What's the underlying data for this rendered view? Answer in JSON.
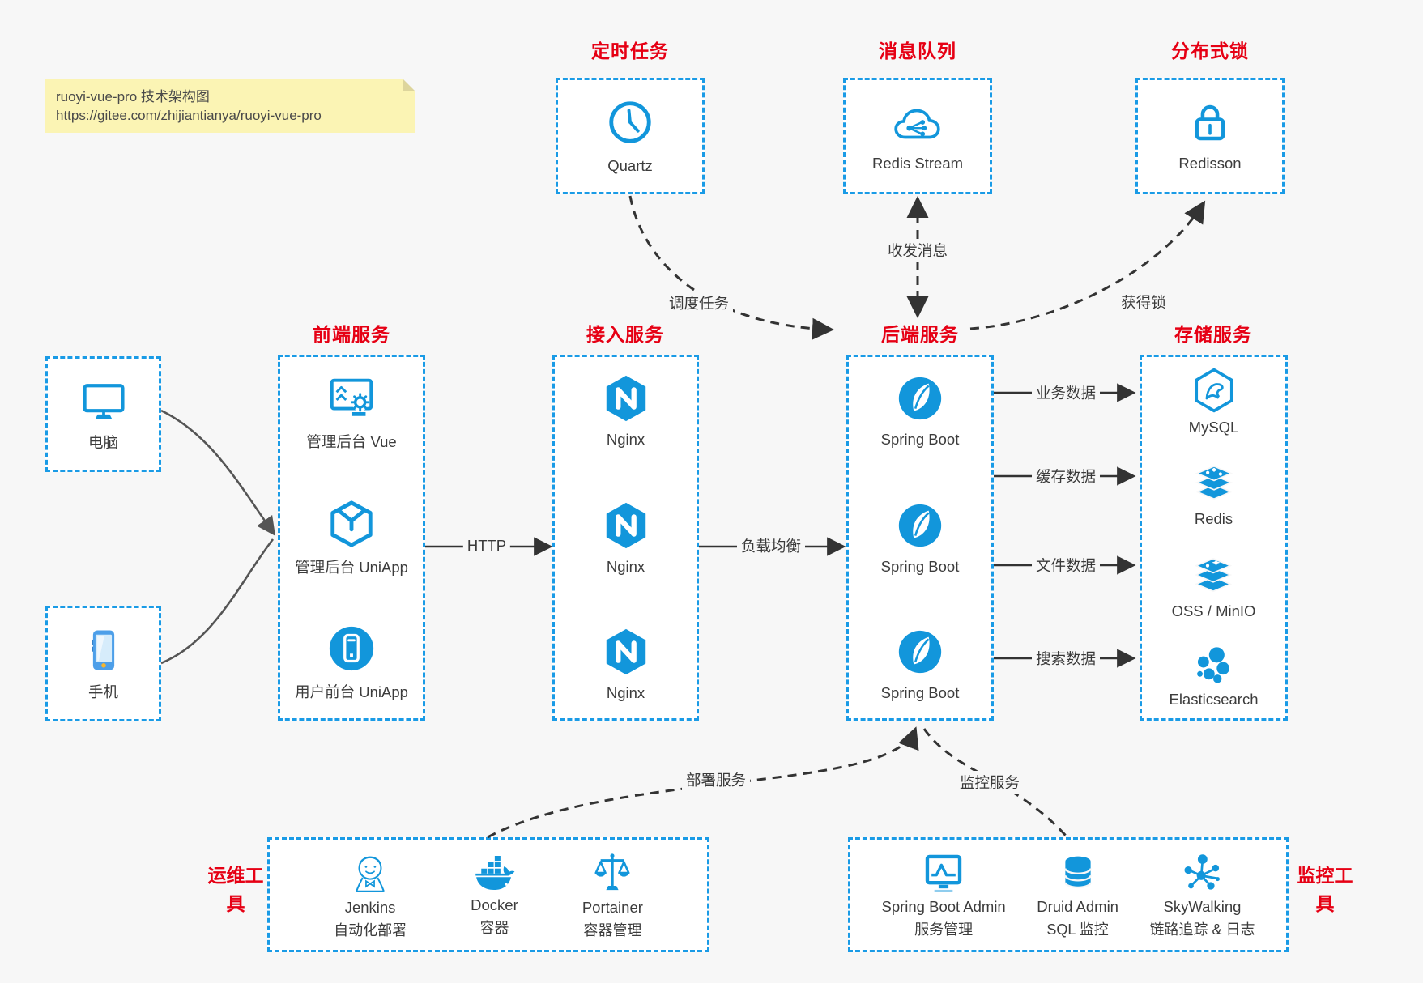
{
  "note": {
    "line1": "ruoyi-vue-pro 技术架构图",
    "line2": "https://gitee.com/zhijiantianya/ruoyi-vue-pro"
  },
  "clients": [
    {
      "icon": "computer-icon",
      "label": "电脑"
    },
    {
      "icon": "phone-icon",
      "label": "手机"
    }
  ],
  "top_services": [
    {
      "title": "定时任务",
      "item": {
        "icon": "clock-icon",
        "label": "Quartz"
      }
    },
    {
      "title": "消息队列",
      "item": {
        "icon": "cloud-share-icon",
        "label": "Redis Stream"
      }
    },
    {
      "title": "分布式锁",
      "item": {
        "icon": "lock-icon",
        "label": "Redisson"
      }
    }
  ],
  "columns": [
    {
      "title": "前端服务",
      "items": [
        {
          "icon": "admin-vue-icon",
          "label": "管理后台 Vue"
        },
        {
          "icon": "admin-uniapp-icon",
          "label": "管理后台 UniApp"
        },
        {
          "icon": "user-uniapp-icon",
          "label": "用户前台 UniApp"
        }
      ]
    },
    {
      "title": "接入服务",
      "items": [
        {
          "icon": "nginx-icon",
          "label": "Nginx"
        },
        {
          "icon": "nginx-icon",
          "label": "Nginx"
        },
        {
          "icon": "nginx-icon",
          "label": "Nginx"
        }
      ]
    },
    {
      "title": "后端服务",
      "items": [
        {
          "icon": "spring-boot-icon",
          "label": "Spring Boot"
        },
        {
          "icon": "spring-boot-icon",
          "label": "Spring Boot"
        },
        {
          "icon": "spring-boot-icon",
          "label": "Spring Boot"
        }
      ]
    },
    {
      "title": "存储服务",
      "items": [
        {
          "icon": "mysql-icon",
          "label": "MySQL"
        },
        {
          "icon": "redis-icon",
          "label": "Redis"
        },
        {
          "icon": "oss-icon",
          "label": "OSS / MinIO"
        },
        {
          "icon": "elasticsearch-icon",
          "label": "Elasticsearch"
        }
      ]
    }
  ],
  "bottom_groups": [
    {
      "title": "运维工具",
      "items": [
        {
          "icon": "jenkins-icon",
          "label": "Jenkins",
          "sub": "自动化部署"
        },
        {
          "icon": "docker-icon",
          "label": "Docker",
          "sub": "容器"
        },
        {
          "icon": "portainer-icon",
          "label": "Portainer",
          "sub": "容器管理"
        }
      ]
    },
    {
      "title": "监控工具",
      "items": [
        {
          "icon": "spring-boot-admin-icon",
          "label": "Spring Boot Admin",
          "sub": "服务管理"
        },
        {
          "icon": "druid-icon",
          "label": "Druid Admin",
          "sub": "SQL 监控"
        },
        {
          "icon": "skywalking-icon",
          "label": "SkyWalking",
          "sub": "链路追踪 & 日志"
        }
      ]
    }
  ],
  "edges": {
    "schedule": "调度任务",
    "message": "收发消息",
    "lock": "获得锁",
    "http": "HTTP",
    "load_balance": "负载均衡",
    "business": "业务数据",
    "cache": "缓存数据",
    "file": "文件数据",
    "search": "搜索数据",
    "deploy": "部署服务",
    "monitor": "监控服务"
  },
  "colors": {
    "accent_blue": "#1296db",
    "title_red": "#e60014",
    "note_bg": "#fbf4b4",
    "page_bg": "#f7f7f7"
  }
}
